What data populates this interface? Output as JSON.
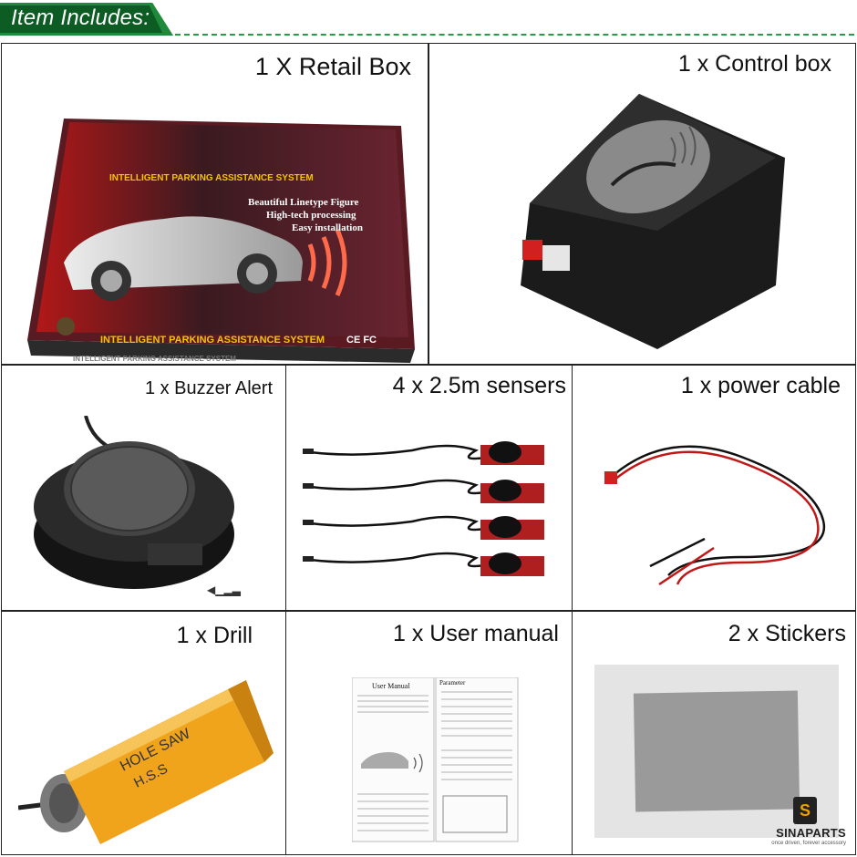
{
  "header": {
    "title": "Item Includes:"
  },
  "items": [
    {
      "label": "1 X Retail Box",
      "box_text": {
        "top": "INTELLIGENT PARKING ASSISTANCE SYSTEM",
        "line1": "Beautiful Linetype Figure",
        "line2": "High-tech processing",
        "line3": "Easy installation",
        "bottom": "INTELLIGENT PARKING ASSISTANCE SYSTEM",
        "marks": "CE FC",
        "side": "INTELLIGENT PARKING ASSISTANCE SYSTEM"
      }
    },
    {
      "label": "1 x Control box"
    },
    {
      "label": "1 x Buzzer Alert"
    },
    {
      "label": "4 x 2.5m sensers"
    },
    {
      "label": "1 x power cable"
    },
    {
      "label": "1 x Drill",
      "drill_text": {
        "line1": "HOLE SAW",
        "line2": "H.S.S"
      }
    },
    {
      "label": "1 x User manual",
      "manual_text": {
        "title": "User Manual",
        "param": "Parameter"
      }
    },
    {
      "label": "2 x Stickers"
    }
  ],
  "logo": {
    "badge": "S",
    "name": "SINAPARTS",
    "tagline": "once driven, forever accessory"
  },
  "colors": {
    "accent": "#1f8a3a",
    "dark_green": "#0d5c24",
    "border": "#222222"
  }
}
